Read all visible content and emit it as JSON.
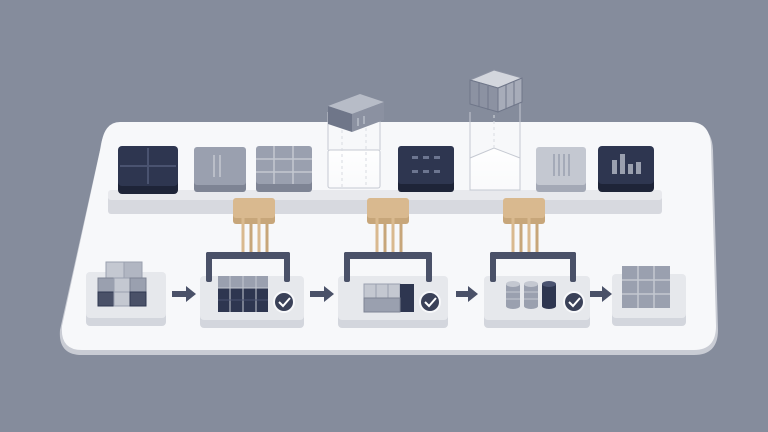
{
  "colors": {
    "background": "#858c9c",
    "platform": "#f7f8fa",
    "platform_shadow": "#c9ccd4",
    "dark_tile": "#2e3650",
    "mid_tile": "#9aa0af",
    "light_tile": "#c4c8d1",
    "connector": "#d9b98f",
    "arrow": "#4a5168",
    "check_badge": "#3a4158"
  },
  "diagram": {
    "top_row_tiles": [
      {
        "style": "dark",
        "icon": "grid-2x2-icon"
      },
      {
        "style": "mid",
        "icon": "vertical-lines-icon"
      },
      {
        "style": "mid",
        "icon": "grid-3x3-icon"
      },
      {
        "style": "glass",
        "icon": "floating-block-icon"
      },
      {
        "style": "dark",
        "icon": "dot-grid-icon"
      },
      {
        "style": "glass",
        "icon": "floating-stack-icon"
      },
      {
        "style": "light",
        "icon": "vertical-lines-icon"
      },
      {
        "style": "dark",
        "icon": "bar-chart-icon"
      }
    ],
    "pipeline_stages": [
      {
        "icon": "stacked-cubes-icon",
        "checked": false
      },
      {
        "icon": "dark-block-grid-icon",
        "checked": true
      },
      {
        "icon": "mixed-block-row-icon",
        "checked": true
      },
      {
        "icon": "database-cylinders-icon",
        "checked": true
      },
      {
        "icon": "light-block-grid-icon",
        "checked": false
      }
    ],
    "connectors": 3,
    "arrows": 4
  }
}
